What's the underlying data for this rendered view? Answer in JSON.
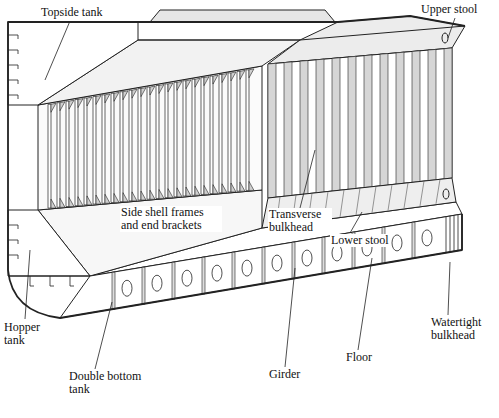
{
  "diagram": {
    "labels": [
      "Topside tank",
      "Upper stool",
      "Side shell frames and end brackets",
      "Transverse bulkhead",
      "Lower stool",
      "Hopper tank",
      "Watertight bulkhead",
      "Double bottom tank",
      "Girder",
      "Floor"
    ]
  }
}
